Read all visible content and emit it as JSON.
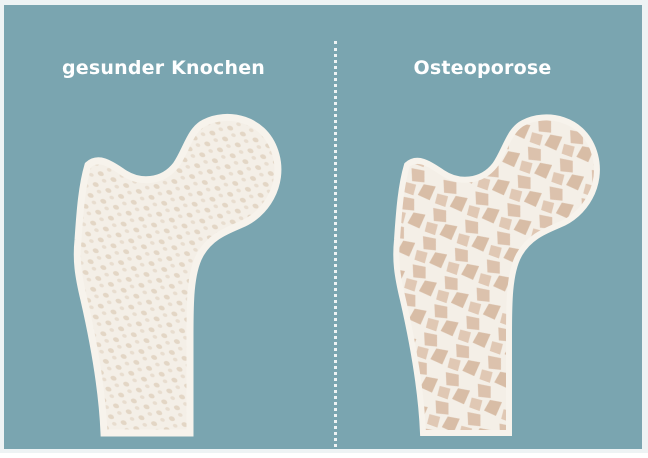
{
  "colors": {
    "background": "#7aa5b0",
    "frame": "#eef3f4",
    "bone": "#f4efe7",
    "healthy_trabecula": "#e7dccd",
    "osteoporosis_pore": "#dcc2ad"
  },
  "panels": [
    {
      "id": "healthy",
      "title": "gesunder Knochen"
    },
    {
      "id": "osteoporosis",
      "title": "Osteoporose"
    }
  ]
}
